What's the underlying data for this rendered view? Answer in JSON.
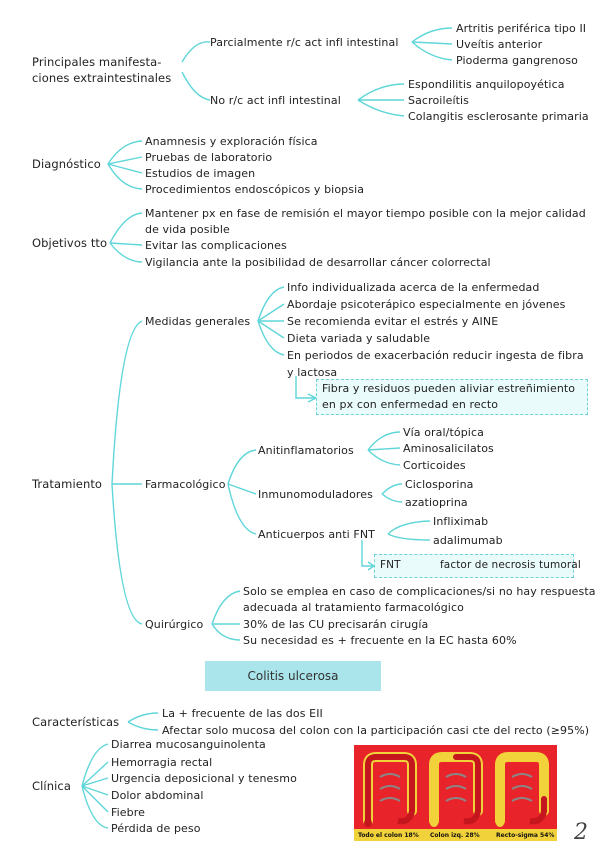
{
  "mani": {
    "title_l1": "Principales manifesta-",
    "title_l2": "ciones extraintestinales",
    "partial": "Parcialmente r/c act infl intestinal",
    "partial_items": [
      "Artritis periférica tipo II",
      "Uveítis anterior",
      "Pioderma gangrenoso"
    ],
    "no_rel": "No r/c act infl intestinal",
    "no_rel_items": [
      "Espondilitis anquilopoyética",
      "Sacroileítis",
      "Colangitis esclerosante primaria"
    ]
  },
  "diag": {
    "title": "Diagnóstico",
    "items": [
      "Anamnesis y exploración física",
      "Pruebas de laboratorio",
      "Estudios de imagen",
      "Procedimientos endoscópicos y biopsia"
    ]
  },
  "obj": {
    "title": "Objetivos tto",
    "item1_l1": "Mantener px en fase de remisión el mayor tiempo posible con la mejor calidad",
    "item1_l2": "de vida posible",
    "item2": "Evitar las complicaciones",
    "item3": "Vigilancia ante la posibilidad de desarrollar cáncer colorrectal"
  },
  "trat": {
    "title": "Tratamiento",
    "medidas": {
      "title": "Medidas generales",
      "items": [
        "Info individualizada acerca de la enfermedad",
        "Abordaje psicoterápico especialmente en jóvenes",
        "Se recomienda evitar el estrés y AINE",
        "Dieta variada y saludable",
        "En periodos de exacerbación reducir ingesta de fibra",
        "y lactosa"
      ],
      "note_l1": "Fibra y residuos pueden aliviar estreñimiento",
      "note_l2": "en px con enfermedad en recto"
    },
    "farm": {
      "title": "Farmacológico",
      "anti": "Anitinflamatorios",
      "anti_items": [
        "Vía oral/tópica",
        "Aminosalicilatos",
        "Corticoides"
      ],
      "inmuno": "Inmunomoduladores",
      "inmuno_items": [
        "Ciclosporina",
        "azatioprina"
      ],
      "fnt": "Anticuerpos anti FNT",
      "fnt_items": [
        "Infliximab",
        "adalimumab"
      ],
      "fnt_box": "FNT",
      "fnt_box_def": "factor de necrosis tumoral"
    },
    "quir": {
      "title": "Quirúrgico",
      "item1_l1": "Solo se emplea en caso de complicaciones/si no hay respuesta",
      "item1_l2": "adecuada al tratamiento farmacológico",
      "item2": "30% de las CU precisarán cirugía",
      "item3": "Su necesidad es + frecuente en la EC hasta 60%"
    }
  },
  "cu": {
    "header": "Colitis ulcerosa"
  },
  "car": {
    "title": "Características",
    "items": [
      "La + frecuente de las dos EII",
      "Afectar solo mucosa del colon con la participación casi cte del recto (≥95%)"
    ]
  },
  "cli": {
    "title": "Clínica",
    "items": [
      "Diarrea mucosanguinolenta",
      "Hemorragia rectal",
      "Urgencia deposicional y tenesmo",
      "Dolor abdominal",
      "Fiebre",
      "Pérdida de peso"
    ]
  },
  "figure": {
    "labels": [
      "Todo el colon 18%",
      "Colon izq. 28%",
      "Recto-sigma 54%"
    ]
  },
  "page": "2",
  "colors": {
    "line": "#5fd6d9",
    "box_bg": "#eafbfb",
    "header_bg": "#a9e5ea",
    "figure_bg": "#e8232a"
  }
}
